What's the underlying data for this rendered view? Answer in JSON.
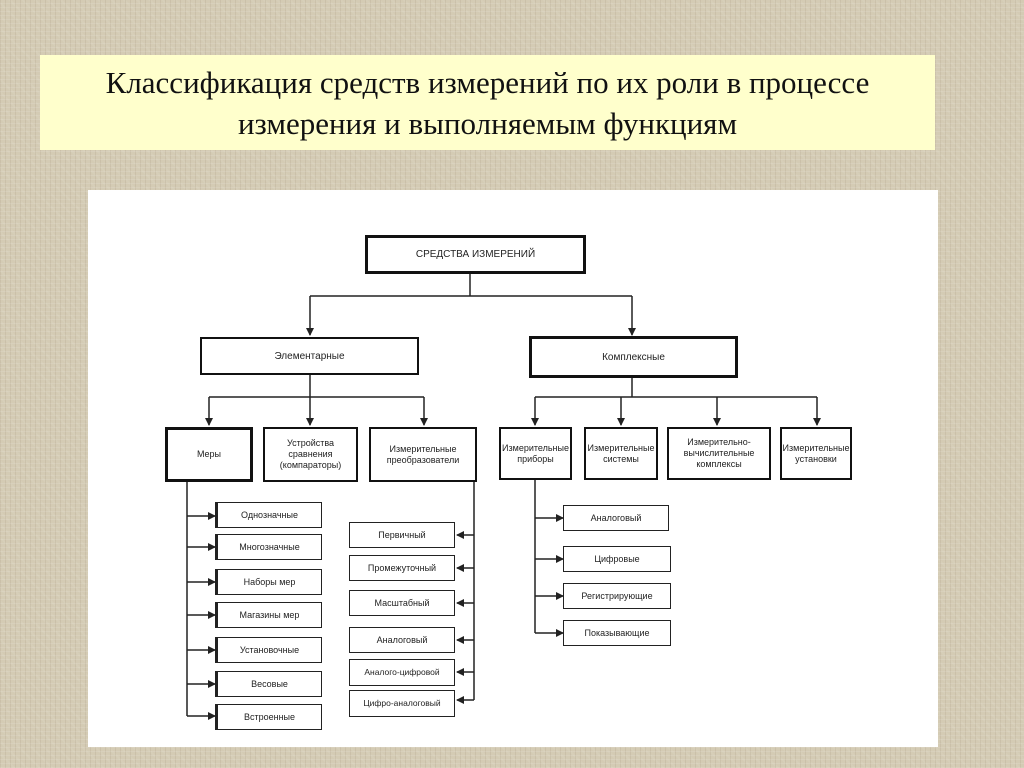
{
  "title": {
    "line1": "Классификация средств измерений по их роли в процессе",
    "line2": "измерения и выполняемым функциям"
  },
  "colors": {
    "title_bg": "#ffffcc",
    "lines": "#222222"
  },
  "nodes": {
    "root": "СРЕДСТВА ИЗМЕРЕНИЙ",
    "elementary": "Элементарные",
    "complex": "Комплексные",
    "measures": "Меры",
    "comparators": "Устройства сравнения (компараторы)",
    "transducers": "Измерительные преобразователи",
    "instruments": "Измерительные приборы",
    "systems": "Измерительные системы",
    "computing": "Измерительно-вычислительные комплексы",
    "installations": "Измерительные установки"
  },
  "measure_types": [
    "Однозначные",
    "Многозначные",
    "Наборы мер",
    "Магазины мер",
    "Установочные",
    "Весовые",
    "Встроенные"
  ],
  "transducer_types": [
    "Первичный",
    "Промежуточный",
    "Масштабный",
    "Аналоговый",
    "Аналого-цифровой",
    "Цифро-аналоговый"
  ],
  "instrument_types": [
    "Аналоговый",
    "Цифровые",
    "Регистрирующие",
    "Показывающие"
  ]
}
